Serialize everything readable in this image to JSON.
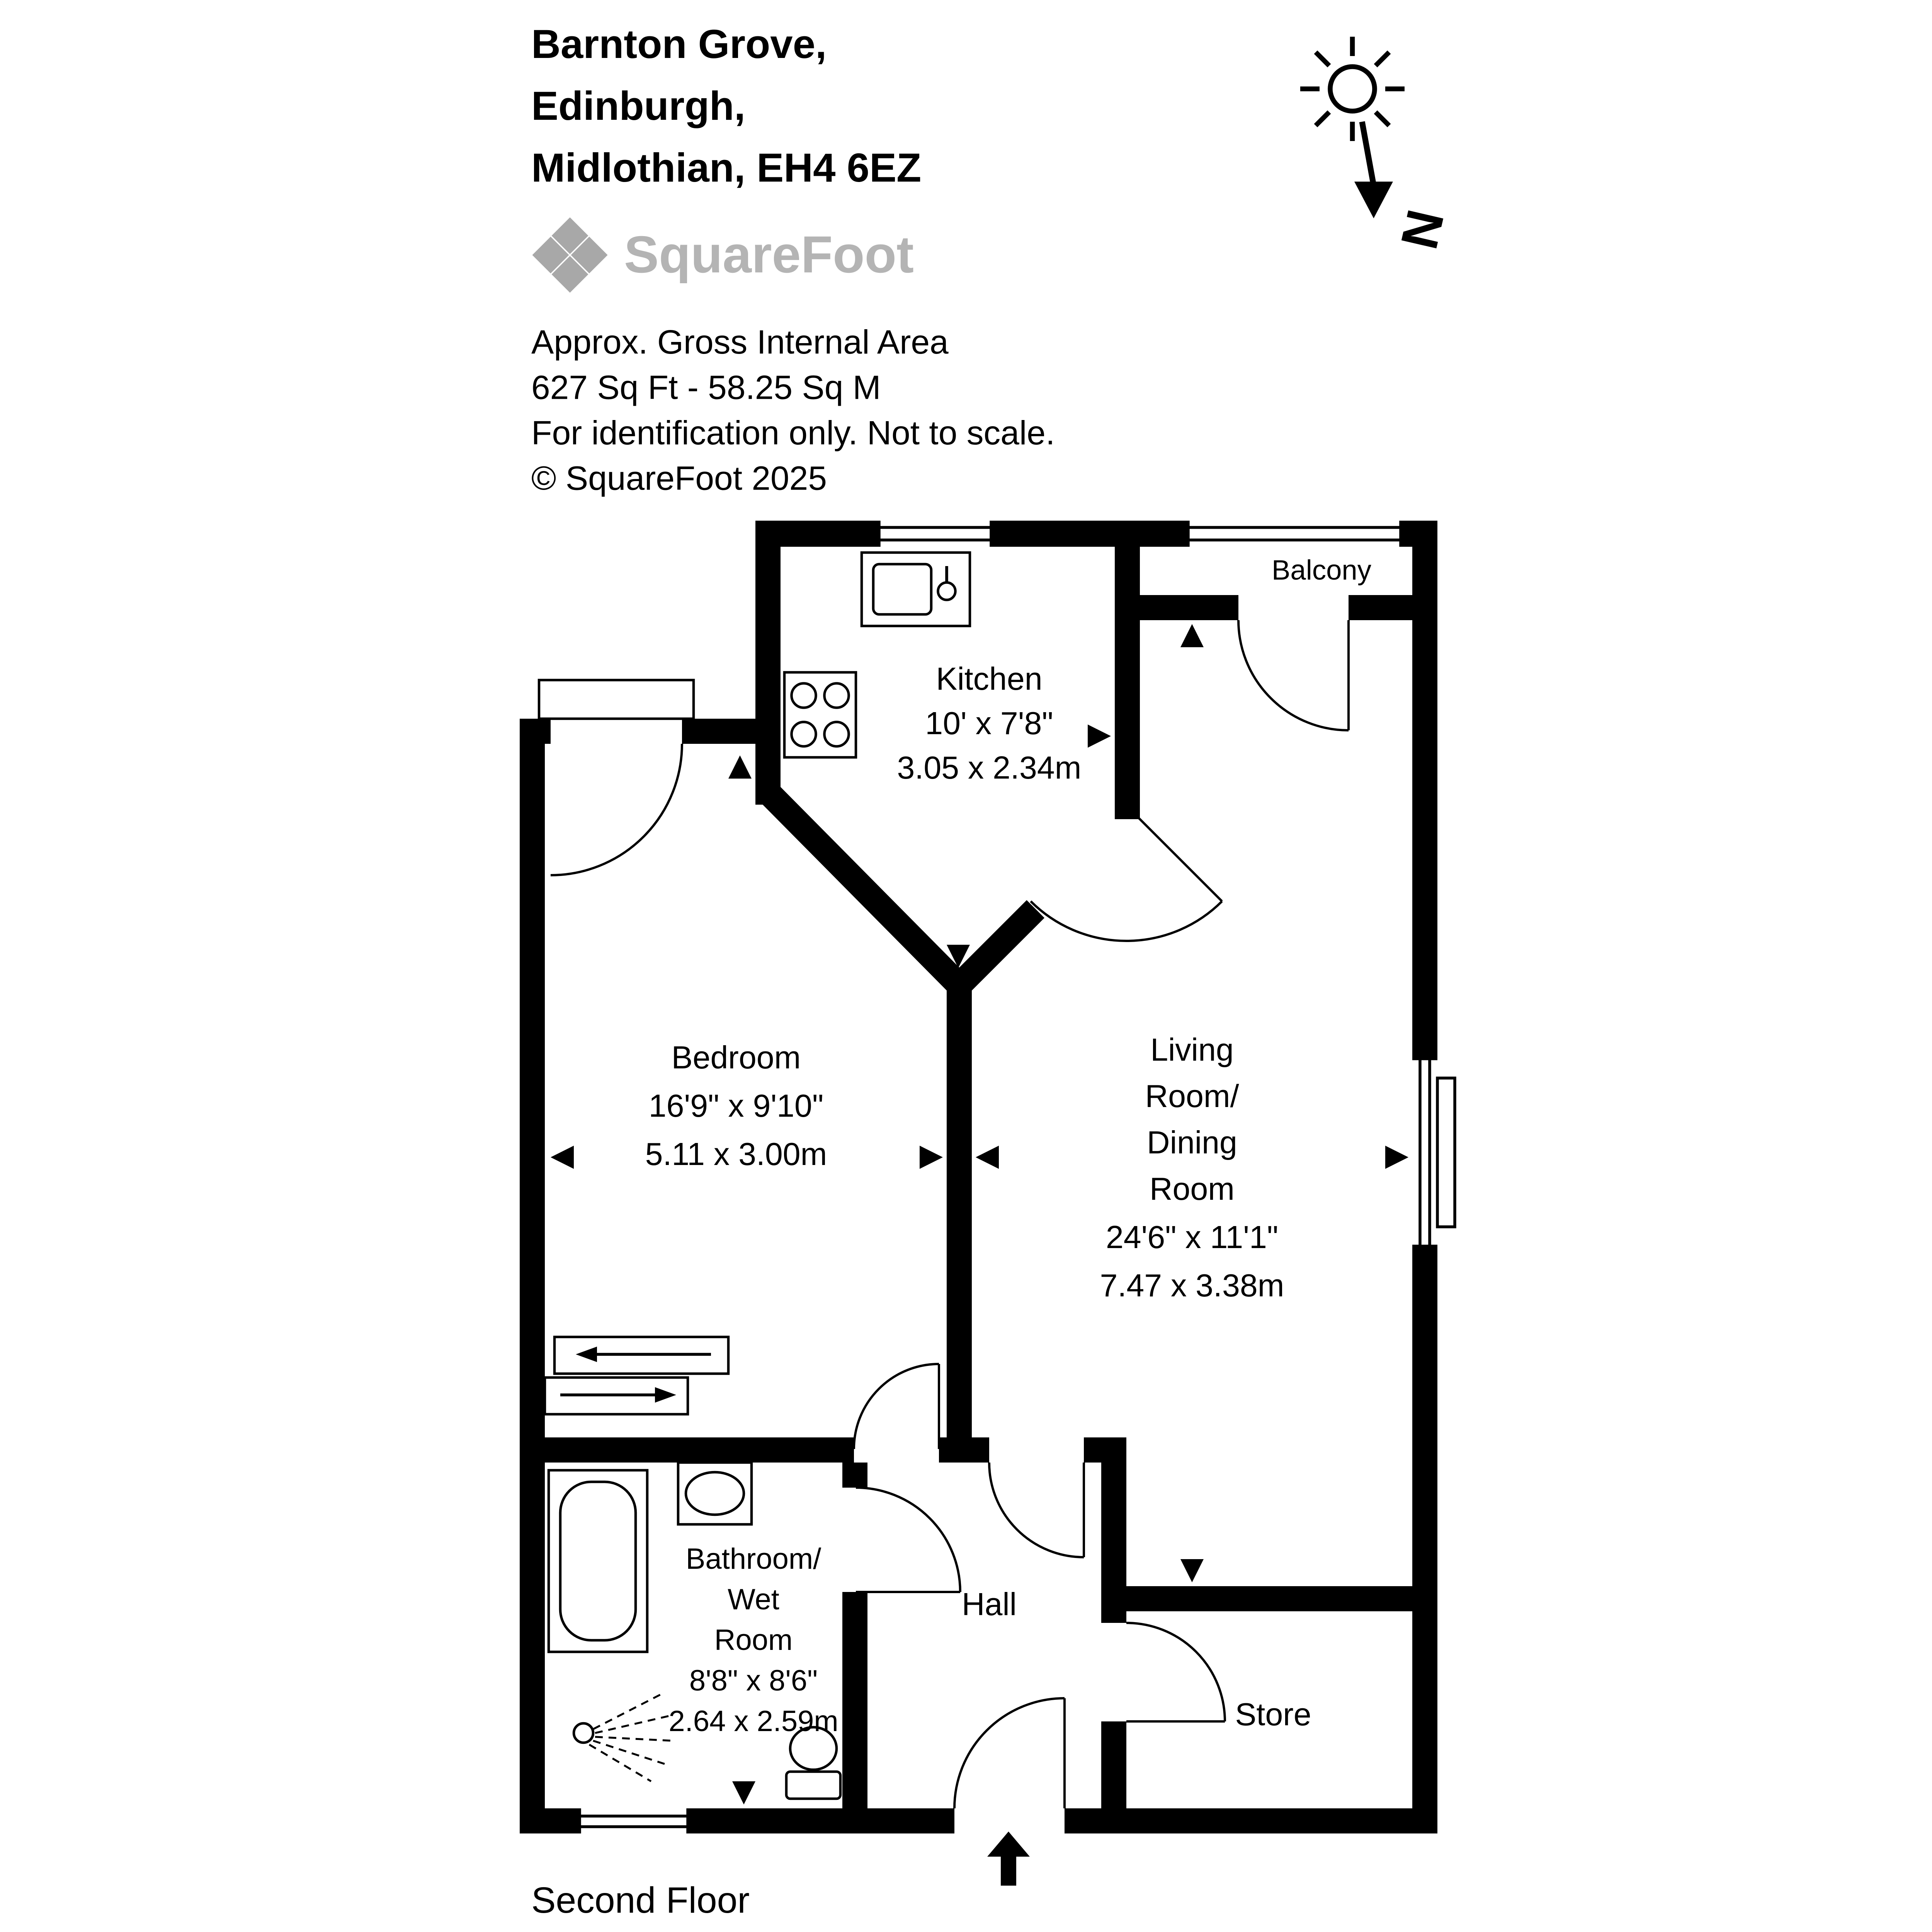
{
  "header": {
    "address_line1": "Barnton Grove,",
    "address_line2": "Edinburgh,",
    "address_line3": "Midlothian, EH4 6EZ",
    "logo_text": "SquareFoot",
    "area_title": "Approx. Gross Internal Area",
    "area_value": "627 Sq Ft - 58.25 Sq M",
    "disclaimer": "For identification only. Not to scale.",
    "copyright": "© SquareFoot 2025"
  },
  "compass": {
    "label": "N"
  },
  "rooms": {
    "kitchen": {
      "name": "Kitchen",
      "imperial": "10' x 7'8\"",
      "metric": "3.05 x 2.34m"
    },
    "bedroom": {
      "name": "Bedroom",
      "imperial": "16'9\" x 9'10\"",
      "metric": "5.11 x 3.00m"
    },
    "living": {
      "line1": "Living",
      "line2": "Room/",
      "line3": "Dining",
      "line4": "Room",
      "imperial": "24'6\" x 11'1\"",
      "metric": "7.47 x 3.38m"
    },
    "bathroom": {
      "line1": "Bathroom/",
      "line2": "Wet",
      "line3": "Room",
      "imperial": "8'8\" x 8'6\"",
      "metric": "2.64 x 2.59m"
    },
    "hall": {
      "name": "Hall"
    },
    "store": {
      "name": "Store"
    },
    "balcony": {
      "name": "Balcony"
    }
  },
  "footer": {
    "floor_label": "Second Floor"
  },
  "colors": {
    "wall": "#000000",
    "logo_gray": "#b4b4b4",
    "logo_icon_gray": "#a8a8a8"
  }
}
